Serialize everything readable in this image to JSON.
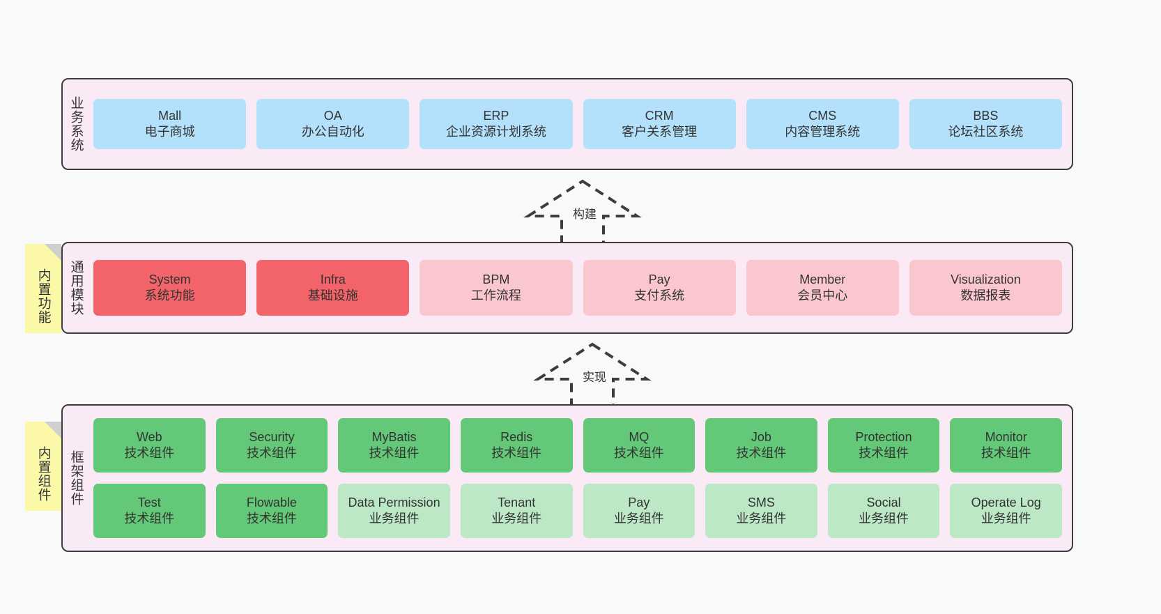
{
  "diagram": {
    "background_color": "#f9f9f9",
    "layer_fill": "#faeaf5",
    "layer_border": "#3d3d3d",
    "note_fill": "#fbf8a8"
  },
  "layers": [
    {
      "id": "business",
      "title": "业务系统",
      "note": null,
      "rows": [
        {
          "nodes": [
            {
              "name": "Mall",
              "subtitle": "电子商城",
              "color": "#b3e0fb",
              "variant": "c-blue"
            },
            {
              "name": "OA",
              "subtitle": "办公自动化",
              "color": "#b3e0fb",
              "variant": "c-blue"
            },
            {
              "name": "ERP",
              "subtitle": "企业资源计划系统",
              "color": "#b3e0fb",
              "variant": "c-blue"
            },
            {
              "name": "CRM",
              "subtitle": "客户关系管理",
              "color": "#b3e0fb",
              "variant": "c-blue"
            },
            {
              "name": "CMS",
              "subtitle": "内容管理系统",
              "color": "#b3e0fb",
              "variant": "c-blue"
            },
            {
              "name": "BBS",
              "subtitle": "论坛社区系统",
              "color": "#b3e0fb",
              "variant": "c-blue"
            }
          ]
        }
      ]
    },
    {
      "id": "common",
      "title": "通用模块",
      "note": "内置功能",
      "rows": [
        {
          "nodes": [
            {
              "name": "System",
              "subtitle": "系统功能",
              "color": "#f2636a",
              "variant": "c-red"
            },
            {
              "name": "Infra",
              "subtitle": "基础设施",
              "color": "#f2636a",
              "variant": "c-red"
            },
            {
              "name": "BPM",
              "subtitle": "工作流程",
              "color": "#fbc7cf",
              "variant": "c-pink"
            },
            {
              "name": "Pay",
              "subtitle": "支付系统",
              "color": "#fbc7cf",
              "variant": "c-pink"
            },
            {
              "name": "Member",
              "subtitle": "会员中心",
              "color": "#fbc7cf",
              "variant": "c-pink"
            },
            {
              "name": "Visualization",
              "subtitle": "数据报表",
              "color": "#fbc7cf",
              "variant": "c-pink"
            }
          ]
        }
      ]
    },
    {
      "id": "framework",
      "title": "框架组件",
      "note": "内置组件",
      "rows": [
        {
          "nodes": [
            {
              "name": "Web",
              "subtitle": "技术组件",
              "color": "#63c878",
              "variant": "c-green"
            },
            {
              "name": "Security",
              "subtitle": "技术组件",
              "color": "#63c878",
              "variant": "c-green"
            },
            {
              "name": "MyBatis",
              "subtitle": "技术组件",
              "color": "#63c878",
              "variant": "c-green"
            },
            {
              "name": "Redis",
              "subtitle": "技术组件",
              "color": "#63c878",
              "variant": "c-green"
            },
            {
              "name": "MQ",
              "subtitle": "技术组件",
              "color": "#63c878",
              "variant": "c-green"
            },
            {
              "name": "Job",
              "subtitle": "技术组件",
              "color": "#63c878",
              "variant": "c-green"
            },
            {
              "name": "Protection",
              "subtitle": "技术组件",
              "color": "#63c878",
              "variant": "c-green"
            },
            {
              "name": "Monitor",
              "subtitle": "技术组件",
              "color": "#63c878",
              "variant": "c-green"
            }
          ]
        },
        {
          "nodes": [
            {
              "name": "Test",
              "subtitle": "技术组件",
              "color": "#63c878",
              "variant": "c-green"
            },
            {
              "name": "Flowable",
              "subtitle": "技术组件",
              "color": "#63c878",
              "variant": "c-green"
            },
            {
              "name": "Data Permission",
              "subtitle": "业务组件",
              "color": "#bde8c6",
              "variant": "c-lightgreen"
            },
            {
              "name": "Tenant",
              "subtitle": "业务组件",
              "color": "#bde8c6",
              "variant": "c-lightgreen"
            },
            {
              "name": "Pay",
              "subtitle": "业务组件",
              "color": "#bde8c6",
              "variant": "c-lightgreen"
            },
            {
              "name": "SMS",
              "subtitle": "业务组件",
              "color": "#bde8c6",
              "variant": "c-lightgreen"
            },
            {
              "name": "Social",
              "subtitle": "业务组件",
              "color": "#bde8c6",
              "variant": "c-lightgreen"
            },
            {
              "name": "Operate Log",
              "subtitle": "业务组件",
              "color": "#bde8c6",
              "variant": "c-lightgreen"
            }
          ]
        }
      ]
    }
  ],
  "connectors": [
    {
      "id": "build",
      "label": "构建",
      "style": "dashed-generalization",
      "direction": "up"
    },
    {
      "id": "impl",
      "label": "实现",
      "style": "dashed-generalization",
      "direction": "up"
    }
  ]
}
